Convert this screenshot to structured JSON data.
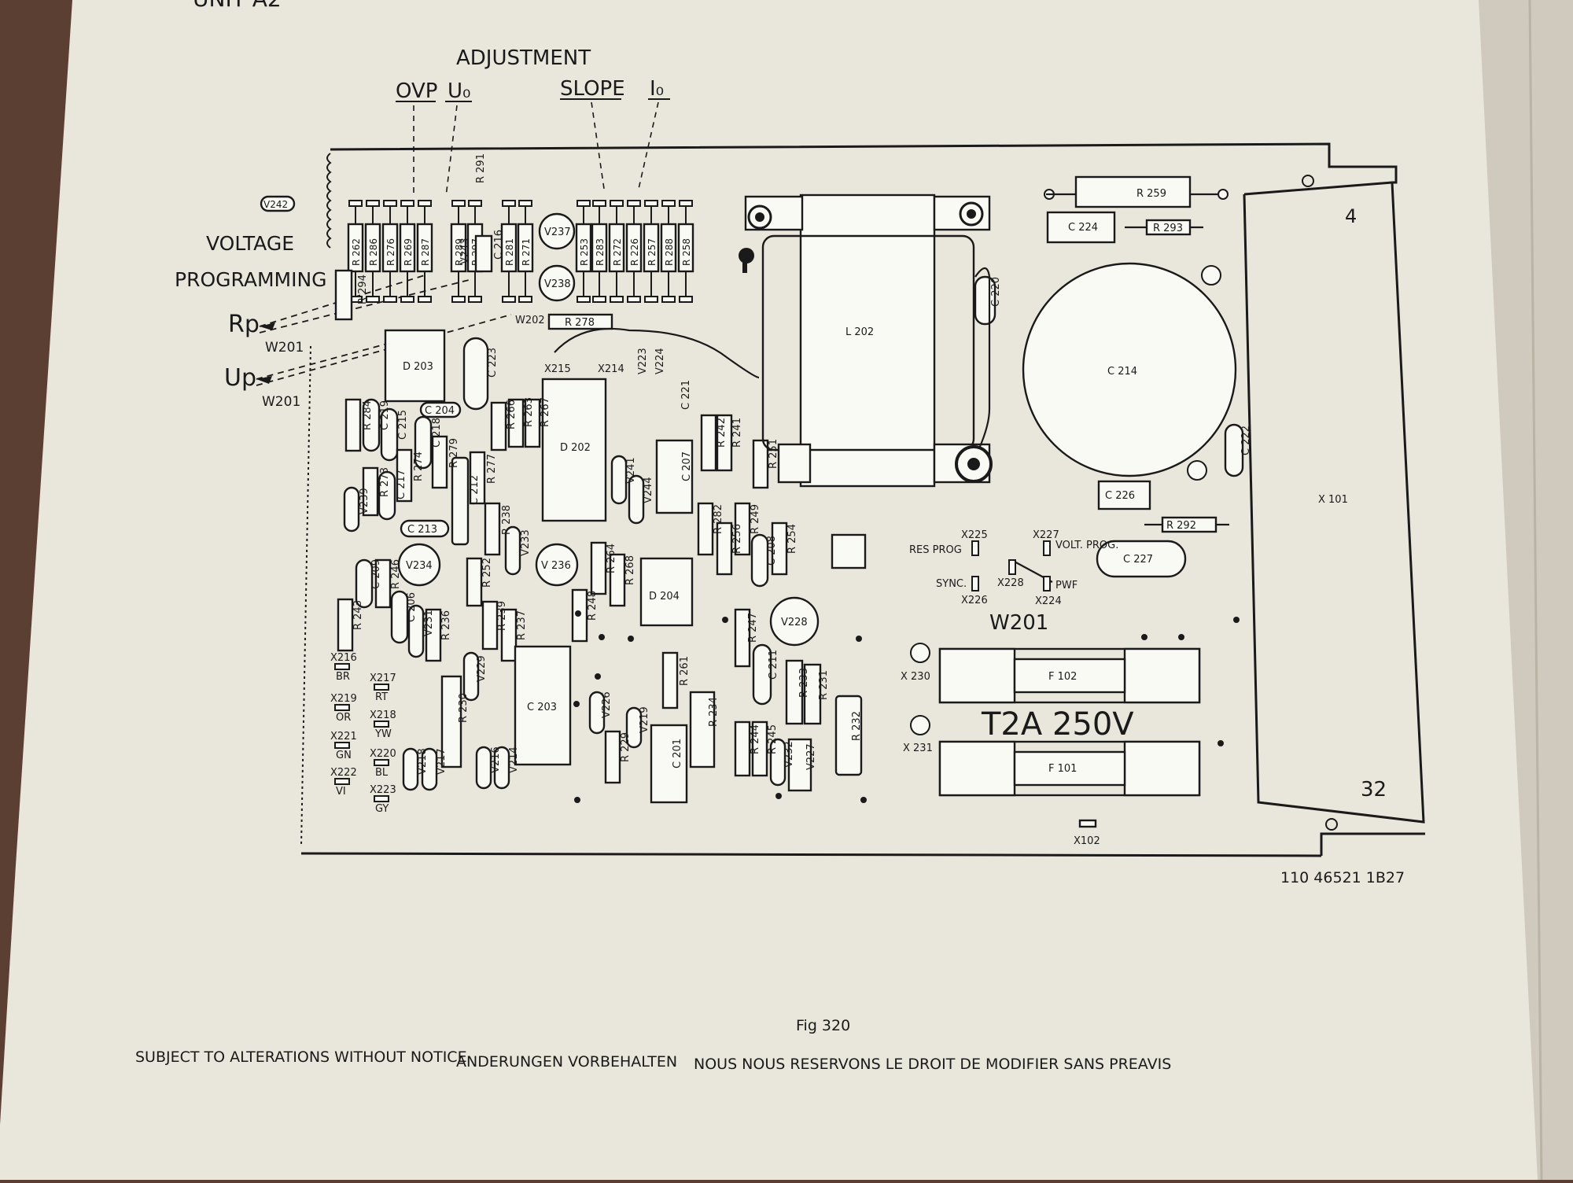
{
  "header": {
    "unit_label": "UNIT A2",
    "adjustment_title": "ADJUSTMENT",
    "adjustments": [
      "OVP",
      "U₀",
      "SLOPE",
      "I₀"
    ]
  },
  "left_labels": {
    "voltage": "VOLTAGE",
    "programming": "PROGRAMMING",
    "rp": "Rp",
    "up": "Up",
    "w201_a": "W201",
    "w201_b": "W201",
    "w202": "W202"
  },
  "board": {
    "top_resistors": [
      "R 262",
      "R 286",
      "R 276",
      "R 269",
      "R 287",
      "R 289",
      "R 297",
      "R 281",
      "R 271",
      "R 253",
      "R 283",
      "R 272",
      "R 226",
      "R 257",
      "R 288",
      "R 258"
    ],
    "parts": {
      "v242": "V242",
      "r294": "R 294",
      "r291": "R 291",
      "v243": "V243",
      "c216": "C 216",
      "v237": "V237",
      "v238": "V238",
      "r278": "R 278",
      "d203": "D 203",
      "c223": "C 223",
      "c204": "C 204",
      "x215": "X215",
      "x214": "X214",
      "v223": "V223",
      "v224": "V224",
      "c221": "C 221",
      "d202": "D 202",
      "r266": "R 266",
      "r263": "R 263",
      "r267": "R 267",
      "r284": "R 284",
      "c219": "C 219",
      "c215": "C 215",
      "c218": "C 218",
      "r273": "R 273",
      "c217": "C 217",
      "r274": "R 274",
      "r279": "R 279",
      "c212": "C 212",
      "r277": "R 277",
      "v239": "V239",
      "c213": "C 213",
      "v234": "V234",
      "r238": "R 238",
      "v233": "V233",
      "v236": "V 236",
      "c207": "C 207",
      "v241": "V241",
      "v244": "V244",
      "r242": "R 242",
      "r241": "R 241",
      "r251": "R 251",
      "r282": "R 282",
      "r256": "R 256",
      "r249": "R 249",
      "c208": "C 208",
      "r254": "R 254",
      "r264": "R 264",
      "r268": "R 268",
      "d204": "D 204",
      "c209": "C 209",
      "r246": "R 246",
      "c206": "C 206",
      "v231": "V231",
      "r236": "R 236",
      "r252": "R 252",
      "r239": "R 239",
      "r237": "R 237",
      "r248": "R 248",
      "r243": "R 243",
      "v229": "V229",
      "r230": "R 230",
      "c203": "C 203",
      "r261": "R 261",
      "r234": "R 234",
      "v226": "V226",
      "r229": "R 229",
      "v219": "V219",
      "c201": "C 201",
      "r247": "R 247",
      "v228": "V228",
      "c211": "C 211",
      "r244": "R 244",
      "r245": "R 245",
      "v232": "V232",
      "v227": "V227",
      "r232": "R 232",
      "r233": "R 233",
      "r231": "R 231",
      "v218": "V218",
      "v217": "V217",
      "v216": "V216",
      "v214": "V214",
      "l202": "L 202",
      "c220": "C 220",
      "r259": "R 259",
      "c224": "C 224",
      "r293": "R 293",
      "c214": "C 214",
      "c222": "C 222",
      "c226": "C 226",
      "r292": "R 292",
      "c227": "C 227",
      "x101": "X 101",
      "conn_top": "4",
      "conn_bottom": "32",
      "x225": "X225",
      "x227": "X227",
      "res_prog": "RES PROG",
      "volt_prog": "VOLT. PROG.",
      "sync": "SYNC.",
      "x228": "X228",
      "pwf": "PWF",
      "x226": "X226",
      "x224": "X224",
      "w201_board": "W201",
      "x230": "X 230",
      "x231": "X 231",
      "f102": "F 102",
      "f101": "F 101",
      "fuse_rating": "T2A 250V",
      "x102": "X102"
    },
    "wire_colors": [
      {
        "x": "X216",
        "c": "BR"
      },
      {
        "x": "X217",
        "c": "RT"
      },
      {
        "x": "X219",
        "c": "OR"
      },
      {
        "x": "X218",
        "c": "YW"
      },
      {
        "x": "X221",
        "c": "GN"
      },
      {
        "x": "X220",
        "c": "BL"
      },
      {
        "x": "X222",
        "c": "VI"
      },
      {
        "x": "X223",
        "c": "GY"
      }
    ]
  },
  "drawing_number": "110 46521   1B27",
  "figure_caption": "Fig 320",
  "footer": {
    "english": "SUBJECT TO ALTERATIONS WITHOUT NOTICE",
    "german": "ANDERUNGEN VORBEHALTEN",
    "french": "NOUS NOUS RESERVONS LE DROIT DE MODIFIER SANS PREAVIS"
  }
}
